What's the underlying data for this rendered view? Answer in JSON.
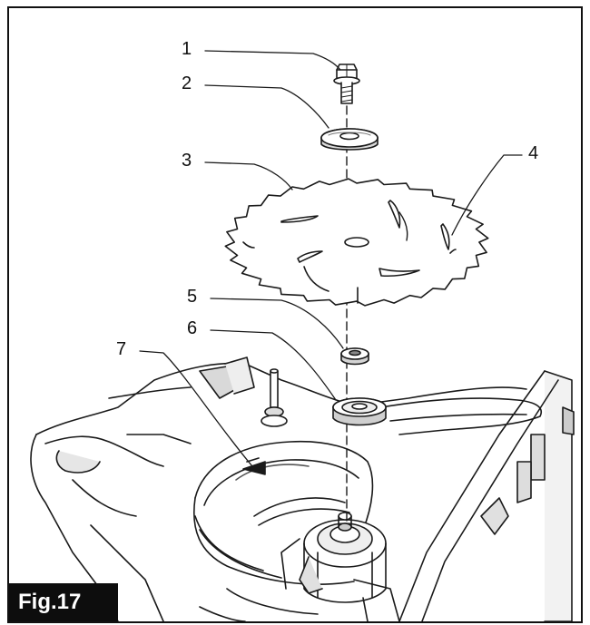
{
  "figure": {
    "label": "Fig.17"
  },
  "callouts": [
    "1",
    "2",
    "3",
    "4",
    "5",
    "6",
    "7"
  ],
  "colors": {
    "line": "#1a1a1a",
    "fill": "#ffffff",
    "shade": "#d9d9d9",
    "dark": "#555555",
    "label_bg": "#0d0d0d"
  }
}
